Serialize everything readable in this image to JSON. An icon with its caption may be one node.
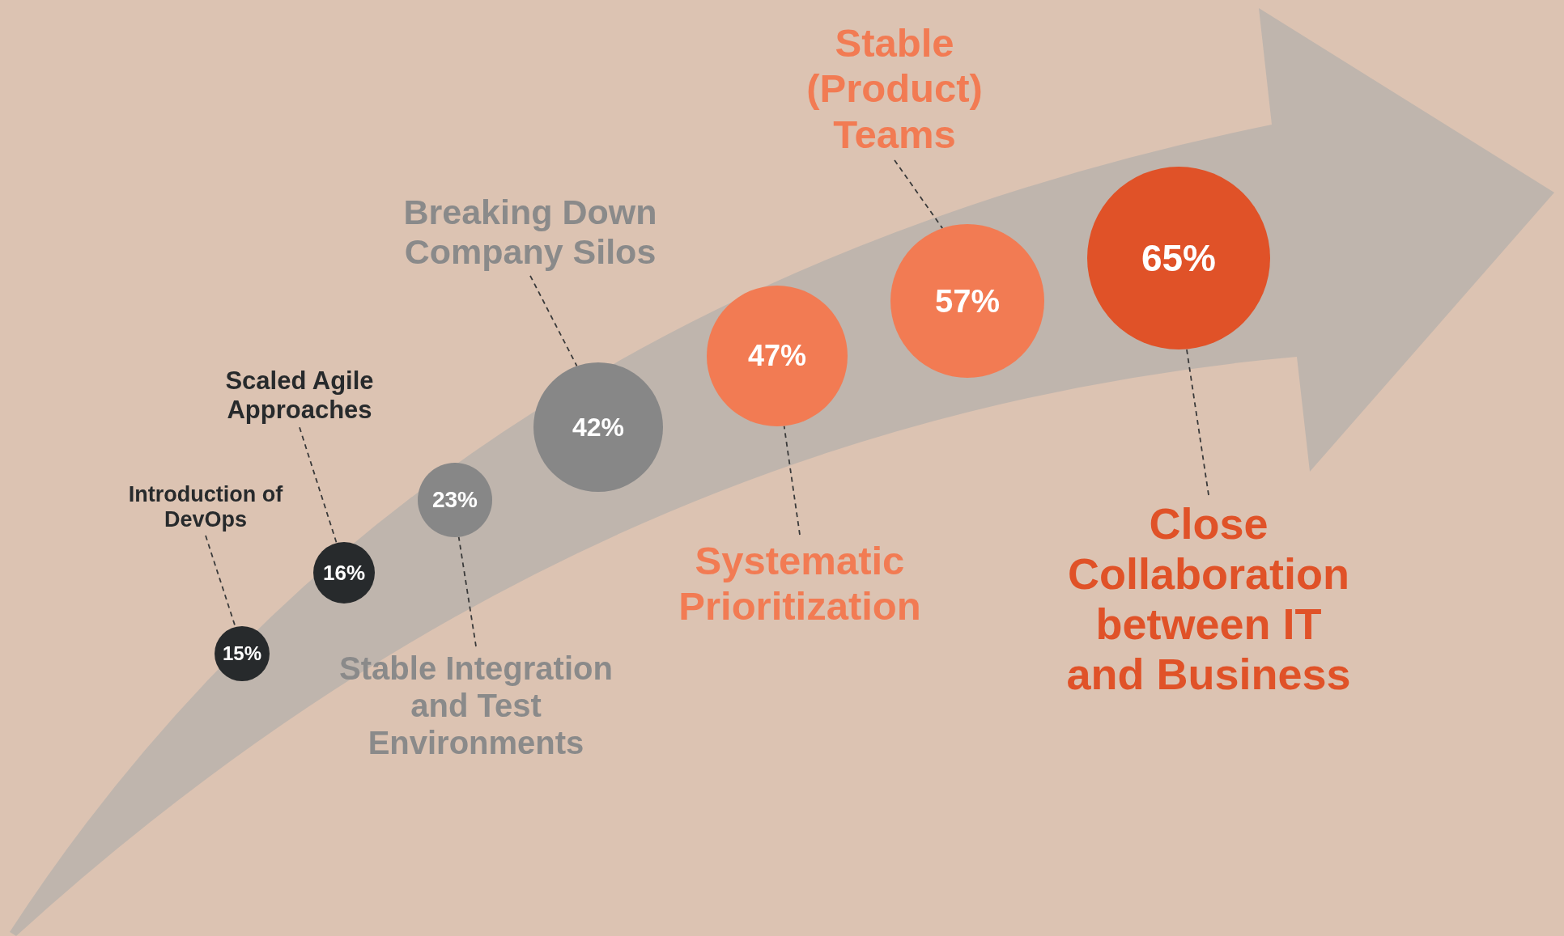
{
  "diagram": {
    "nodes": [
      {
        "text": [
          "Introduction of DevOps"
        ]
      },
      {
        "text": [
          "15%"
        ]
      },
      {
        "text": [
          "Scaled Agile Approaches"
        ]
      },
      {
        "text": [
          "16%"
        ]
      },
      {
        "text": [
          "23%"
        ]
      },
      {
        "text": [
          "Stable Integration and Test Environments"
        ]
      },
      {
        "text": [
          "Breaking Down Company Silos"
        ]
      },
      {
        "text": [
          "42%"
        ]
      },
      {
        "text": [
          "47%"
        ]
      },
      {
        "text": [
          "Systematic Prioritization"
        ]
      },
      {
        "text": [
          "Stable (Product) Teams"
        ]
      },
      {
        "text": [
          "57%"
        ]
      },
      {
        "text": [
          "65%"
        ]
      },
      {
        "text": [
          "Close Collaboration between IT and Business"
        ]
      }
    ],
    "edges": [
      {
        "from": 0,
        "to": 1,
        "arrow": "none",
        "style": "dashed"
      },
      {
        "from": 2,
        "to": 3,
        "arrow": "none",
        "style": "dashed"
      },
      {
        "from": 5,
        "to": 4,
        "arrow": "none",
        "style": "dashed"
      },
      {
        "from": 6,
        "to": 7,
        "arrow": "none",
        "style": "dashed"
      },
      {
        "from": 9,
        "to": 8,
        "arrow": "none",
        "style": "dashed"
      },
      {
        "from": 10,
        "to": 11,
        "arrow": "none",
        "style": "dashed"
      },
      {
        "from": 13,
        "to": 12,
        "arrow": "none",
        "style": "dashed"
      }
    ]
  }
}
